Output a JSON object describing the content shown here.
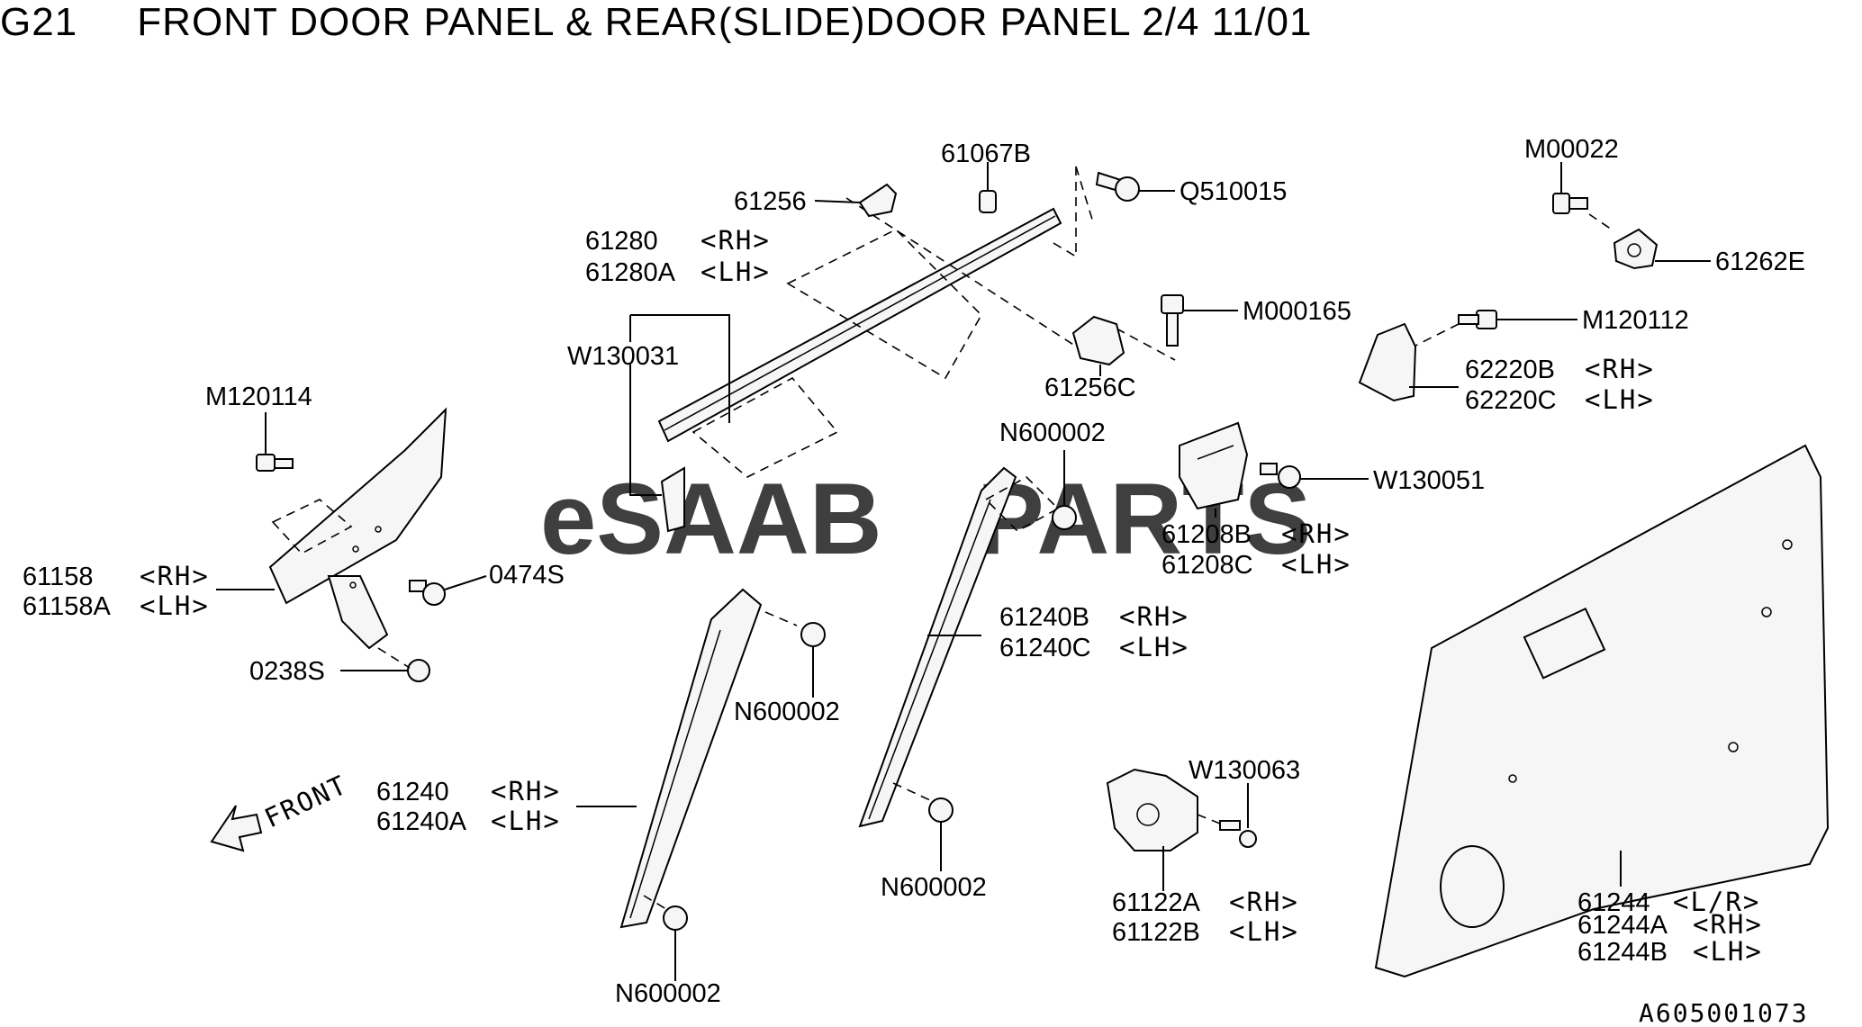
{
  "header": {
    "code": "G21",
    "title": "FRONT DOOR PANEL & REAR(SLIDE)DOOR PANEL 2/4 11/01"
  },
  "watermark": {
    "prefix": "eSAAB",
    "suffix": "PARTS",
    "color": "#e06060"
  },
  "footer": {
    "ref": "A605001073"
  },
  "front_label": "FRONT",
  "labels": {
    "p61067B": "61067B",
    "q510015": "Q510015",
    "p61256": "61256",
    "p61280": "61280",
    "p61280_side": "<RH>",
    "p61280A": "61280A",
    "p61280A_side": "<LH>",
    "w130031": "W130031",
    "m000165": "M000165",
    "p61256C": "61256C",
    "m00022": "M00022",
    "p61262E": "61262E",
    "m120112": "M120112",
    "p62220B": "62220B",
    "p62220B_side": "<RH>",
    "p62220C": "62220C",
    "p62220C_side": "<LH>",
    "m120114": "M120114",
    "n600002_top": "N600002",
    "w130051": "W130051",
    "p61208B": "61208B",
    "p61208B_side": "<RH>",
    "p61208C": "61208C",
    "p61208C_side": "<LH>",
    "p61158": "61158",
    "p61158_side": "<RH>",
    "p61158A": "61158A",
    "p61158A_side": "<LH>",
    "s0474": "0474S",
    "s0238": "0238S",
    "p61240B": "61240B",
    "p61240B_side": "<RH>",
    "p61240C": "61240C",
    "p61240C_side": "<LH>",
    "n600002_mid": "N600002",
    "p61240": "61240",
    "p61240_side": "<RH>",
    "p61240A": "61240A",
    "p61240A_side": "<LH>",
    "w130063": "W130063",
    "n600002_right": "N600002",
    "p61122A": "61122A",
    "p61122A_side": "<RH>",
    "p61122B": "61122B",
    "p61122B_side": "<LH>",
    "p61244": "61244",
    "p61244_side": "<L/R>",
    "p61244A": "61244A",
    "p61244A_side": "<RH>",
    "p61244B": "61244B",
    "p61244B_side": "<LH>",
    "n600002_bottom": "N600002"
  }
}
